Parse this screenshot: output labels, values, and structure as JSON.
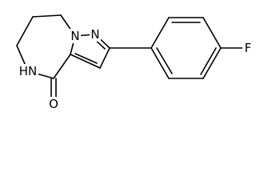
{
  "molecule": {
    "atoms": {
      "ring_n_bridge": "N",
      "pyrazole_n2": "N",
      "amide_nh": "HN",
      "carbonyl_o": "O",
      "fluorine": "F"
    }
  }
}
